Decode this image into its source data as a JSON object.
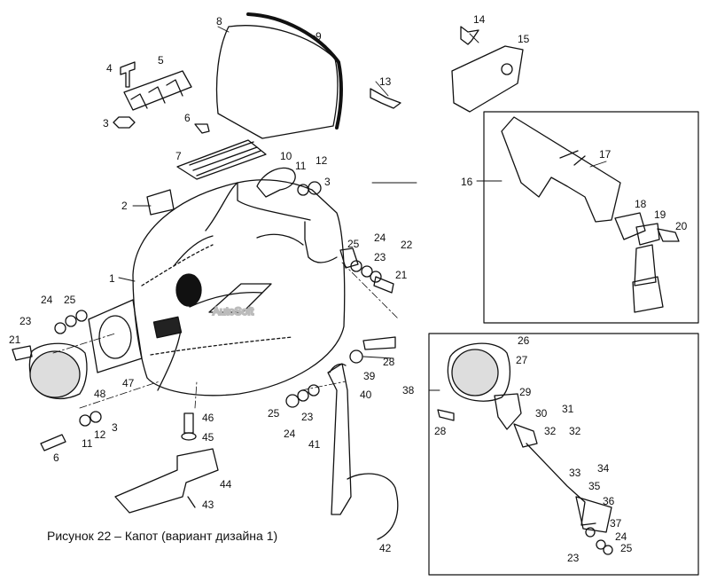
{
  "caption": "Рисунок 22 – Капот (вариант дизайна 1)",
  "watermark": "AutoSoft",
  "callouts": {
    "c1": "1",
    "c2": "2",
    "c3a": "3",
    "c4": "4",
    "c5": "5",
    "c6a": "6",
    "c7": "7",
    "c8": "8",
    "c9": "9",
    "c10": "10",
    "c11a": "11",
    "c12a": "12",
    "c3b": "3",
    "c13": "13",
    "c14": "14",
    "c15": "15",
    "c16": "16",
    "c17": "17",
    "c18": "18",
    "c19": "19",
    "c20": "20",
    "c21a": "21",
    "c22": "22",
    "c23a": "23",
    "c24a": "24",
    "c25a": "25",
    "c21b": "21",
    "c23b": "23",
    "c24b": "24",
    "c25b": "25",
    "c26": "26",
    "c27": "27",
    "c28a": "28",
    "c38": "38",
    "c29": "29",
    "c28b": "28",
    "c30": "30",
    "c31": "31",
    "c32a": "32",
    "c32b": "32",
    "c33": "33",
    "c34": "34",
    "c35": "35",
    "c36": "36",
    "c37": "37",
    "c24c": "24",
    "c25c": "25",
    "c23c": "23",
    "c39": "39",
    "c40": "40",
    "c41": "41",
    "c24d": "24",
    "c23d": "23",
    "c25d": "25",
    "c42": "42",
    "c46": "46",
    "c45": "45",
    "c44": "44",
    "c43": "43",
    "c48": "48",
    "c47": "47",
    "c11b": "11",
    "c12b": "12",
    "c3c": "3",
    "c6b": "6"
  }
}
